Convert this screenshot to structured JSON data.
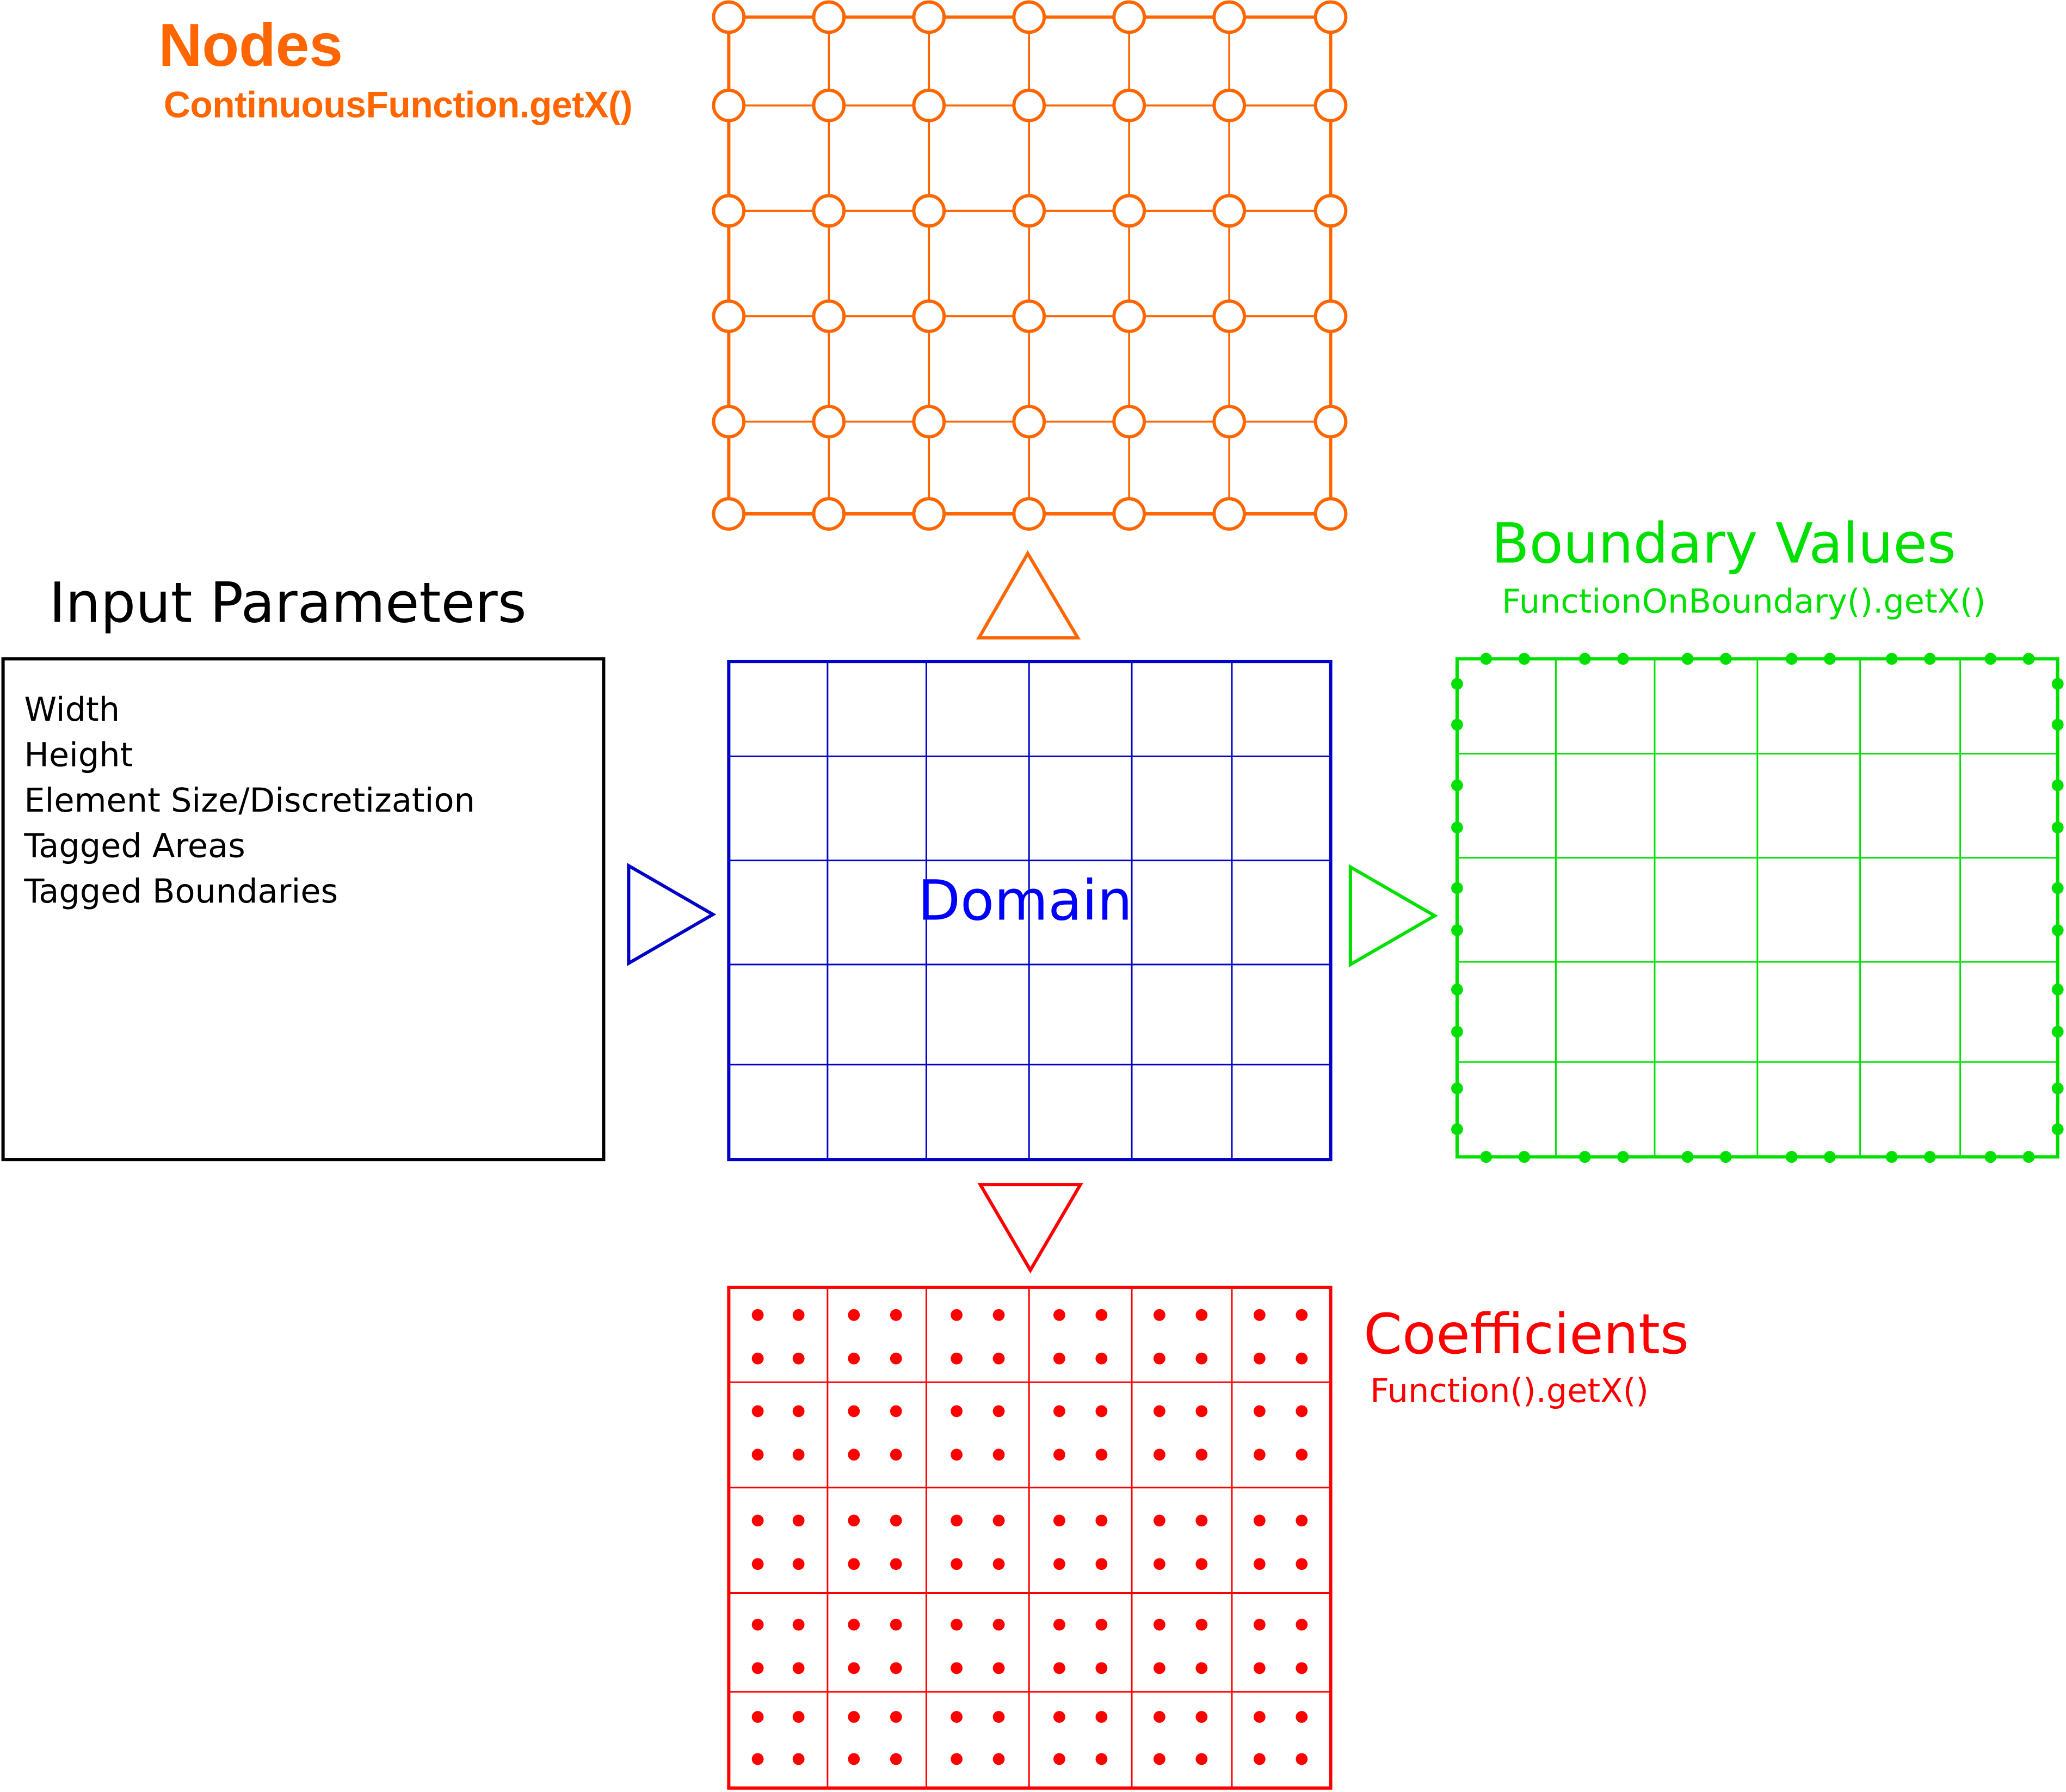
{
  "nodes": {
    "title": "Nodes",
    "subtitle": "ContinuousFunction.getX()"
  },
  "input": {
    "title": "Input Parameters",
    "items": [
      "Width",
      "Height",
      "Element Size/Discretization",
      "Tagged Areas",
      "Tagged Boundaries"
    ]
  },
  "domain": {
    "label": "Domain"
  },
  "boundary": {
    "title": "Boundary Values",
    "subtitle": "FunctionOnBoundary().getX()"
  },
  "coefficients": {
    "title": "Coefficients",
    "subtitle": "Function().getX()"
  },
  "colors": {
    "nodes": "#ff6600",
    "domain": "#0000c8",
    "domain_text": "#0000ff",
    "boundary": "#00e000",
    "coefficients": "#ff0000",
    "input": "#000000"
  }
}
